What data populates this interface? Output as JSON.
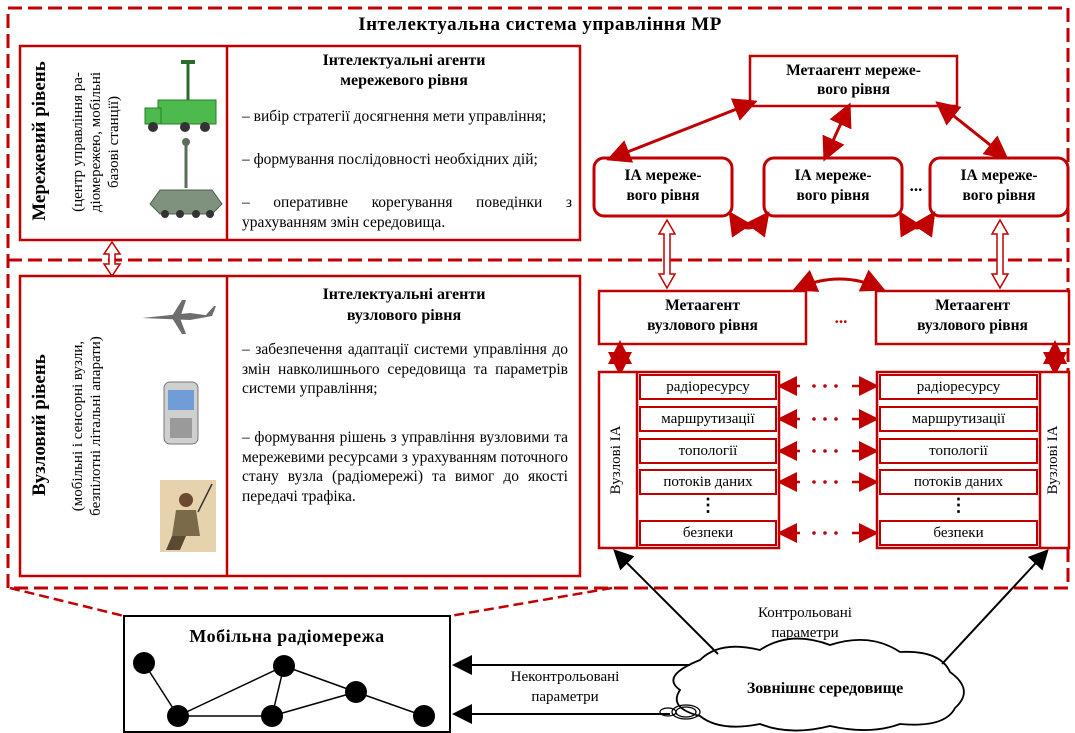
{
  "title": "Інтелектуальна система управління МР",
  "network_level": {
    "label": "Мережевий рівень",
    "sublabel_1": "(центр управління ра-",
    "sublabel_2": "діомережею, мобільні",
    "sublabel_3": "базові станції)",
    "agents_title_1": "Інтелектуальні агенти",
    "agents_title_2": "мережевого рівня",
    "bullets": [
      "– вибір стратегії досягнення мети управління;",
      "– формування послідовності необхідних дій;",
      "– оперативне корегування поведінки з урахуванням змін середовища."
    ]
  },
  "node_level": {
    "label": "Вузловий рівень",
    "sublabel_1": "(мобільні і сенсорні вузли,",
    "sublabel_2": "безпілотні літальні апарати)",
    "agents_title_1": "Інтелектуальні агенти",
    "agents_title_2": "вузлового рівня",
    "bullets": [
      "– забезпечення адаптації системи управління до змін навколишнього середовища та параметрів системи управління;",
      "– формування рішень з управління вузловими та мережевими ресурсами з урахуванням поточного стану вузла (радіомережі) та вимог до якості передачі трафіка."
    ]
  },
  "meta_network": {
    "line1": "Метаагент мереже-",
    "line2": "вого рівня"
  },
  "ia_network": {
    "line1": "ІА мереже-",
    "line2": "вого рівня"
  },
  "dots": "...",
  "meta_node": {
    "line1": "Метаагент",
    "line2": "вузлового рівня"
  },
  "node_ia_label": "Вузлові ІА",
  "node_ia_rows": [
    "радіоресурсу",
    "маршрутизації",
    "топології",
    "потоків даних",
    "безпеки"
  ],
  "vdots": "⋮",
  "mobile_network": "Мобільна радіомережа",
  "environment": "Зовнішнє середовище",
  "controlled_1": "Контрольовані",
  "controlled_2": "параметри",
  "uncontrolled_1": "Неконтрольовані",
  "uncontrolled_2": "параметри",
  "colors": {
    "accent": "#c00000",
    "line": "#000000"
  }
}
